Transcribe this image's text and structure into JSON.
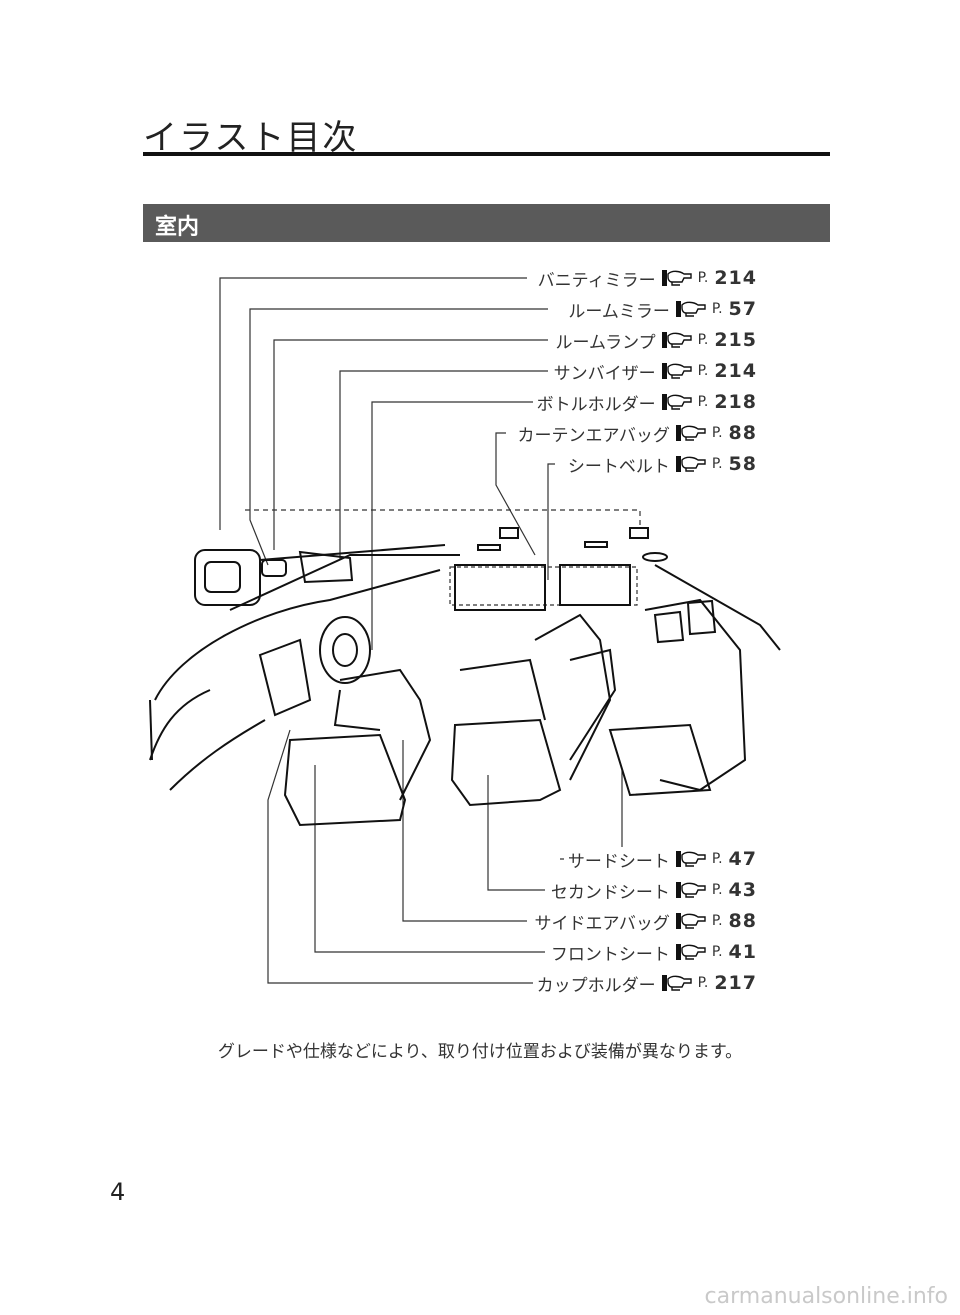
{
  "page": {
    "title": "イラスト目次",
    "section": "室内",
    "footnote": "グレードや仕様などにより、取り付け位置および装備が異なります。",
    "page_number": "4",
    "watermark": "carmanualsonline.info"
  },
  "callouts_top": [
    {
      "label": "バニティミラー",
      "p": "P.",
      "page": "214"
    },
    {
      "label": "ルームミラー",
      "p": "P.",
      "page": "57"
    },
    {
      "label": "ルームランプ",
      "p": "P.",
      "page": "215"
    },
    {
      "label": "サンバイザー",
      "p": "P.",
      "page": "214"
    },
    {
      "label": "ボトルホルダー",
      "p": "P.",
      "page": "218"
    },
    {
      "label": "カーテンエアバッグ",
      "p": "P.",
      "page": "88"
    },
    {
      "label": "シートベルト",
      "p": "P.",
      "page": "58"
    }
  ],
  "callouts_bottom": [
    {
      "label": "サードシート",
      "p": "P.",
      "page": "47"
    },
    {
      "label": "セカンドシート",
      "p": "P.",
      "page": "43"
    },
    {
      "label": "サイドエアバッグ",
      "p": "P.",
      "page": "88"
    },
    {
      "label": "フロントシート",
      "p": "P.",
      "page": "41"
    },
    {
      "label": "カップホルダー",
      "p": "P.",
      "page": "217"
    }
  ],
  "icons": {
    "reference": "pointing-hand-book-icon"
  }
}
